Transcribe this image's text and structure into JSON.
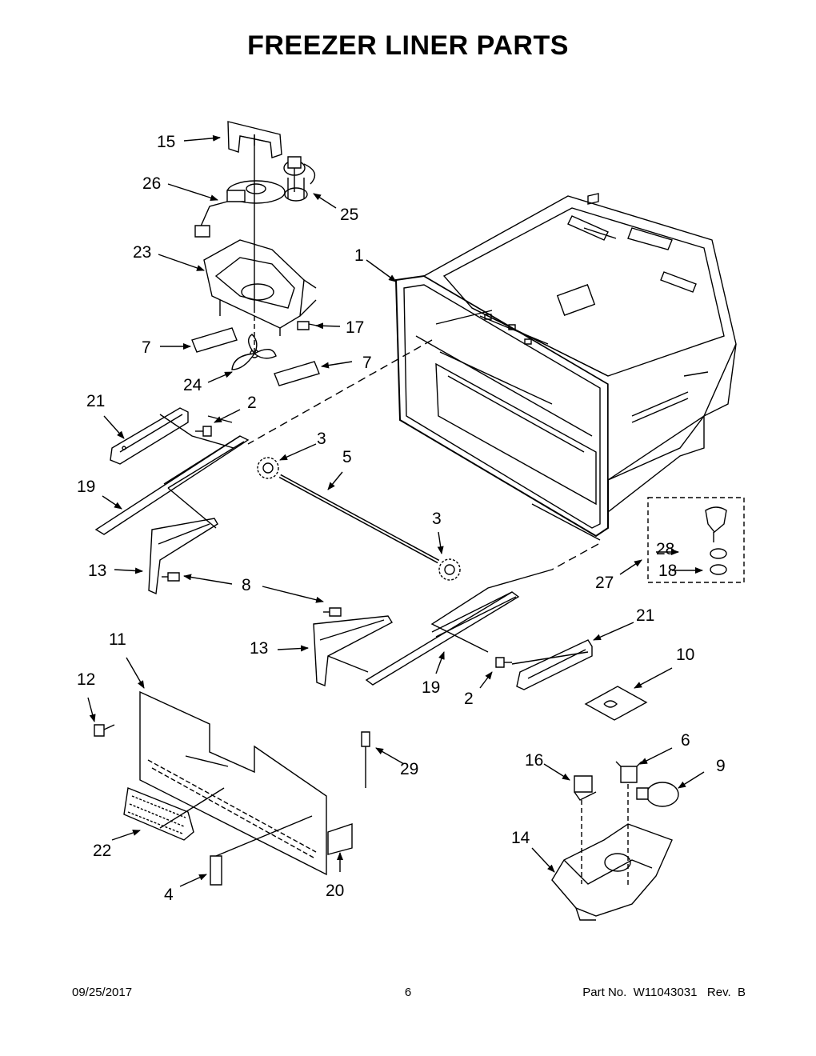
{
  "page_title": "FREEZER LINER PARTS",
  "footer": {
    "date": "09/25/2017",
    "page_number": "6",
    "part_number": "Part No.  W11043031   Rev.  B"
  },
  "callouts": {
    "c1": "1",
    "c2a": "2",
    "c2b": "2",
    "c3a": "3",
    "c3b": "3",
    "c4": "4",
    "c5": "5",
    "c6": "6",
    "c7a": "7",
    "c7b": "7",
    "c8": "8",
    "c9": "9",
    "c10": "10",
    "c11": "11",
    "c12": "12",
    "c13a": "13",
    "c13b": "13",
    "c14": "14",
    "c15": "15",
    "c16": "16",
    "c17": "17",
    "c18": "18",
    "c19a": "19",
    "c19b": "19",
    "c20": "20",
    "c21a": "21",
    "c21b": "21",
    "c22": "22",
    "c23": "23",
    "c24": "24",
    "c25": "25",
    "c26": "26",
    "c27": "27",
    "c28": "28",
    "c29": "29"
  }
}
